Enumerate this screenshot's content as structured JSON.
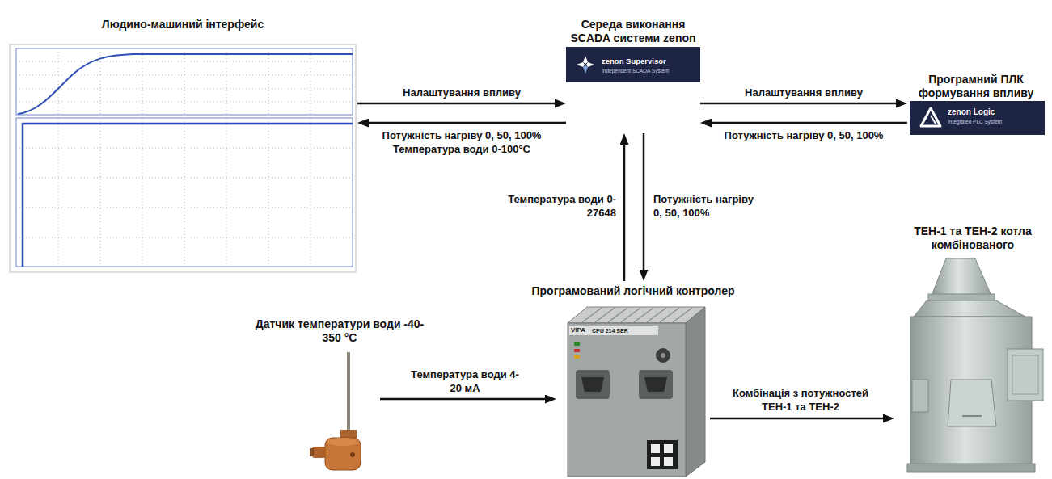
{
  "diagram": {
    "nodes": [
      {
        "text": [
          "Людино-машиний інтерфейс"
        ]
      },
      {
        "text": [
          "Середа виконання SCADA системи zenon",
          "zenon Supervisor",
          "Independent SCADA System"
        ]
      },
      {
        "text": [
          "Програмний ПЛК формування впливу",
          "zenon Logic",
          "Integrated PLC System"
        ]
      },
      {
        "text": [
          "Програмований логічний контролер",
          "VIPA",
          "CPU 214 SER"
        ]
      },
      {
        "text": [
          "Датчик температури води -40-350 °C"
        ]
      },
      {
        "text": [
          "ТЕН-1 та ТЕН-2 котла комбінованого"
        ]
      }
    ],
    "edges": [
      {
        "from": 0,
        "to": 1,
        "label": "Налаштування впливу",
        "arrow": "to"
      },
      {
        "from": 1,
        "to": 0,
        "label": "Потужність нагріву 0, 50, 100% Температура води 0-100°C",
        "arrow": "to"
      },
      {
        "from": 1,
        "to": 2,
        "label": "Налаштування впливу",
        "arrow": "to"
      },
      {
        "from": 2,
        "to": 1,
        "label": "Потужність нагріву 0, 50, 100%",
        "arrow": "to"
      },
      {
        "from": 3,
        "to": 1,
        "label": "Температура води 0-27648",
        "arrow": "to"
      },
      {
        "from": 1,
        "to": 3,
        "label": "Потужність нагріву 0, 50, 100%",
        "arrow": "to"
      },
      {
        "from": 4,
        "to": 3,
        "label": "Температура води 4-20 мА",
        "arrow": "to"
      },
      {
        "from": 3,
        "to": 5,
        "label": "Комбінація з потужностей ТЕН-1 та ТЕН-2",
        "arrow": "to"
      }
    ]
  }
}
